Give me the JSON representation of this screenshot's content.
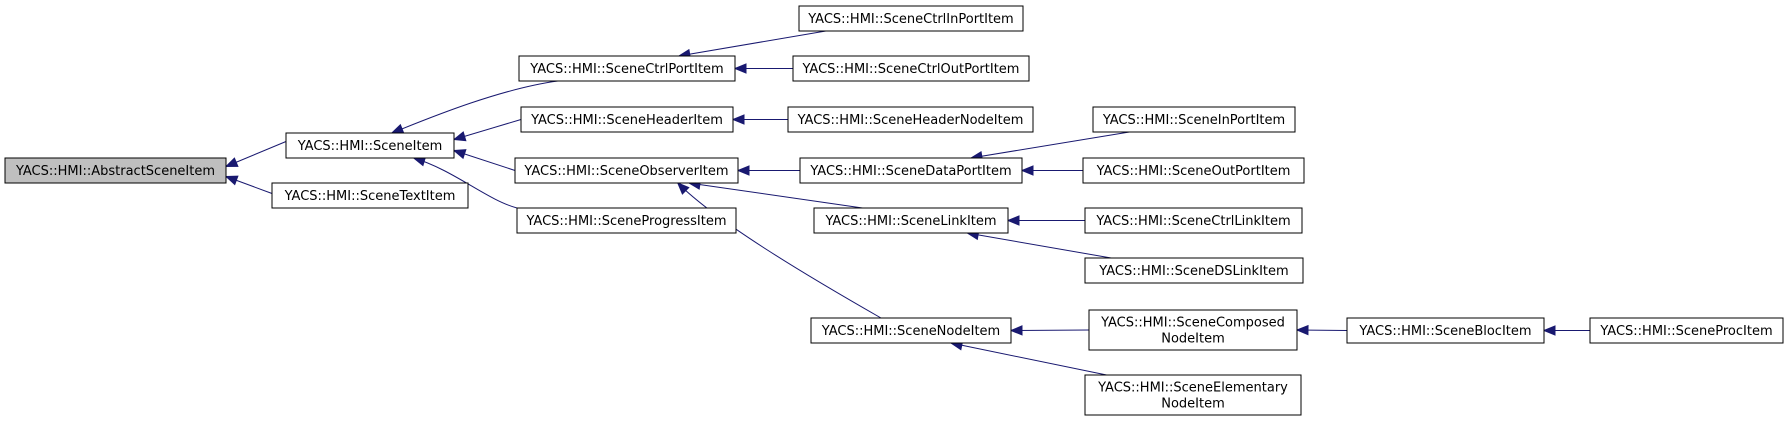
{
  "colors": {
    "edge": "#191970",
    "root_fill": "#bfbfbf",
    "node_fill": "#ffffff",
    "border": "#000000"
  },
  "nodes": [
    {
      "id": "abstract",
      "lines": [
        "YACS::HMI::AbstractSceneItem"
      ],
      "highlight": true
    },
    {
      "id": "sceneitem",
      "lines": [
        "YACS::HMI::SceneItem"
      ]
    },
    {
      "id": "textitem",
      "lines": [
        "YACS::HMI::SceneTextItem"
      ]
    },
    {
      "id": "ctrlport",
      "lines": [
        "YACS::HMI::SceneCtrlPortItem"
      ]
    },
    {
      "id": "header",
      "lines": [
        "YACS::HMI::SceneHeaderItem"
      ]
    },
    {
      "id": "observer",
      "lines": [
        "YACS::HMI::SceneObserverItem"
      ]
    },
    {
      "id": "progress",
      "lines": [
        "YACS::HMI::SceneProgressItem"
      ]
    },
    {
      "id": "ctrlin",
      "lines": [
        "YACS::HMI::SceneCtrlInPortItem"
      ]
    },
    {
      "id": "ctrlout",
      "lines": [
        "YACS::HMI::SceneCtrlOutPortItem"
      ]
    },
    {
      "id": "headernode",
      "lines": [
        "YACS::HMI::SceneHeaderNodeItem"
      ]
    },
    {
      "id": "dataport",
      "lines": [
        "YACS::HMI::SceneDataPortItem"
      ]
    },
    {
      "id": "link",
      "lines": [
        "YACS::HMI::SceneLinkItem"
      ]
    },
    {
      "id": "node",
      "lines": [
        "YACS::HMI::SceneNodeItem"
      ]
    },
    {
      "id": "inport",
      "lines": [
        "YACS::HMI::SceneInPortItem"
      ]
    },
    {
      "id": "outport",
      "lines": [
        "YACS::HMI::SceneOutPortItem"
      ]
    },
    {
      "id": "ctrllink",
      "lines": [
        "YACS::HMI::SceneCtrlLinkItem"
      ]
    },
    {
      "id": "dslink",
      "lines": [
        "YACS::HMI::SceneDSLinkItem"
      ]
    },
    {
      "id": "composed",
      "lines": [
        "YACS::HMI::SceneComposed",
        "NodeItem"
      ]
    },
    {
      "id": "elementary",
      "lines": [
        "YACS::HMI::SceneElementary",
        "NodeItem"
      ]
    },
    {
      "id": "bloc",
      "lines": [
        "YACS::HMI::SceneBlocItem"
      ]
    },
    {
      "id": "proc",
      "lines": [
        "YACS::HMI::SceneProcItem"
      ]
    }
  ],
  "edges": [
    {
      "from": "sceneitem",
      "to": "abstract"
    },
    {
      "from": "textitem",
      "to": "abstract"
    },
    {
      "from": "ctrlport",
      "to": "sceneitem"
    },
    {
      "from": "header",
      "to": "sceneitem"
    },
    {
      "from": "observer",
      "to": "sceneitem"
    },
    {
      "from": "progress",
      "to": "sceneitem"
    },
    {
      "from": "ctrlin",
      "to": "ctrlport"
    },
    {
      "from": "ctrlout",
      "to": "ctrlport"
    },
    {
      "from": "headernode",
      "to": "header"
    },
    {
      "from": "dataport",
      "to": "observer"
    },
    {
      "from": "link",
      "to": "observer"
    },
    {
      "from": "node",
      "to": "observer"
    },
    {
      "from": "inport",
      "to": "dataport"
    },
    {
      "from": "outport",
      "to": "dataport"
    },
    {
      "from": "ctrllink",
      "to": "link"
    },
    {
      "from": "dslink",
      "to": "link"
    },
    {
      "from": "composed",
      "to": "node"
    },
    {
      "from": "elementary",
      "to": "node"
    },
    {
      "from": "bloc",
      "to": "composed"
    },
    {
      "from": "proc",
      "to": "bloc"
    }
  ]
}
